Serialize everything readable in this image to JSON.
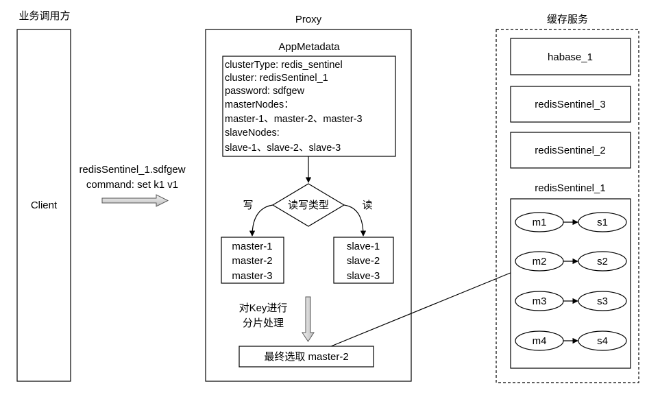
{
  "caller": {
    "heading": "业务调用方",
    "client_label": "Client",
    "request_lines": [
      "redisSentinel_1.sdfgew",
      "command: set k1 v1"
    ]
  },
  "proxy": {
    "heading": "Proxy",
    "metadata_title": "AppMetadata",
    "metadata_lines": [
      "clusterType: redis_sentinel",
      "cluster: redisSentinel_1",
      "password: sdfgew",
      "masterNodes：",
      "master-1、master-2、master-3",
      "slaveNodes:",
      "slave-1、slave-2、slave-3"
    ],
    "decision_label": "读写类型",
    "write_label": "写",
    "read_label": "读",
    "masters": [
      "master-1",
      "master-2",
      "master-3"
    ],
    "slaves": [
      "slave-1",
      "slave-2",
      "slave-3"
    ],
    "shard_lines": [
      "对Key进行",
      "分片处理"
    ],
    "final_label": "最终选取 master-2"
  },
  "cache": {
    "heading": "缓存服务",
    "services": [
      "habase_1",
      "redisSentinel_3",
      "redisSentinel_2"
    ],
    "sentinel_title": "redisSentinel_1",
    "pairs": [
      {
        "master": "m1",
        "slave": "s1"
      },
      {
        "master": "m2",
        "slave": "s2"
      },
      {
        "master": "m3",
        "slave": "s3"
      },
      {
        "master": "m4",
        "slave": "s4"
      }
    ]
  }
}
